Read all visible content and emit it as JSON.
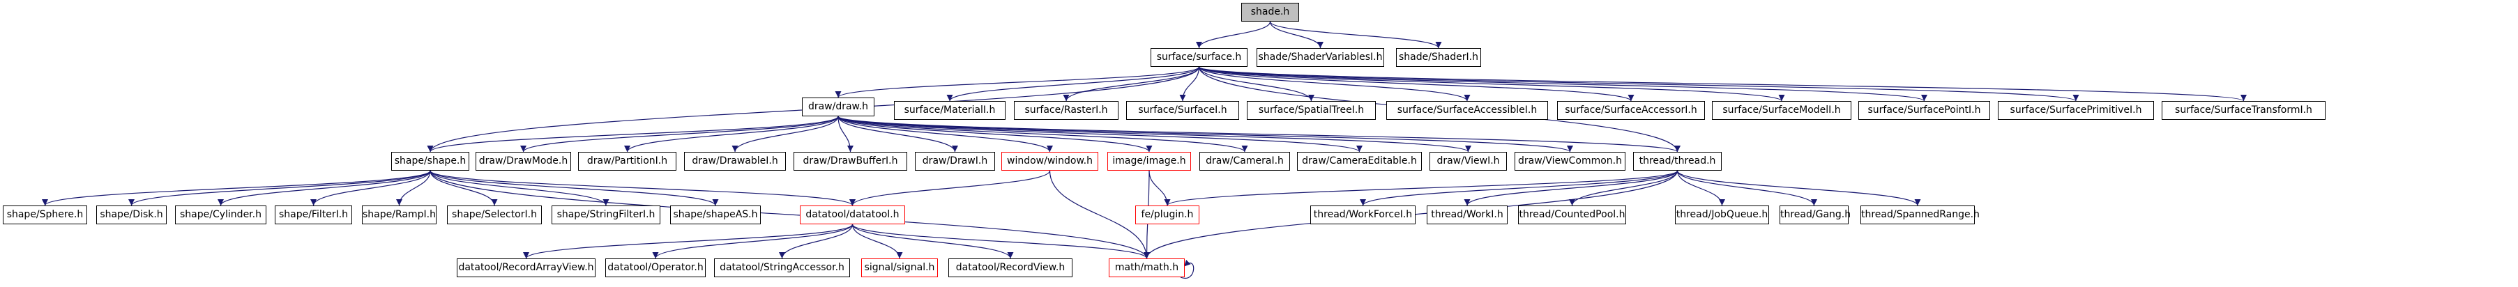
{
  "colors": {
    "edge": "#191970",
    "node_border": "#000000",
    "missing_border": "#ff0000",
    "root_fill": "#bfbfbf"
  },
  "nodes": {
    "shade_h": {
      "label": "shade.h"
    },
    "surface_h": {
      "label": "surface/surface.h"
    },
    "shader_variables_i": {
      "label": "shade/ShaderVariablesI.h"
    },
    "shader_i": {
      "label": "shade/ShaderI.h"
    },
    "draw_h": {
      "label": "draw/draw.h"
    },
    "surface_material_i": {
      "label": "surface/MaterialI.h"
    },
    "surface_raster_i": {
      "label": "surface/RasterI.h"
    },
    "surface_surface_i": {
      "label": "surface/SurfaceI.h"
    },
    "surface_spatial_tree_i": {
      "label": "surface/SpatialTreeI.h"
    },
    "surface_accessible_i": {
      "label": "surface/SurfaceAccessibleI.h"
    },
    "surface_accessor_i": {
      "label": "surface/SurfaceAccessorI.h"
    },
    "surface_model_i": {
      "label": "surface/SurfaceModelI.h"
    },
    "surface_point_i": {
      "label": "surface/SurfacePointI.h"
    },
    "surface_primitive_i": {
      "label": "surface/SurfacePrimitiveI.h"
    },
    "surface_transform_i": {
      "label": "surface/SurfaceTransformI.h"
    },
    "shape_h": {
      "label": "shape/shape.h"
    },
    "draw_mode": {
      "label": "draw/DrawMode.h"
    },
    "draw_partition_i": {
      "label": "draw/PartitionI.h"
    },
    "draw_drawable_i": {
      "label": "draw/DrawableI.h"
    },
    "draw_draw_buffer_i": {
      "label": "draw/DrawBufferI.h"
    },
    "draw_draw_i": {
      "label": "draw/DrawI.h"
    },
    "window_h": {
      "label": "window/window.h"
    },
    "image_h": {
      "label": "image/image.h"
    },
    "draw_camera_i": {
      "label": "draw/CameraI.h"
    },
    "draw_camera_editable": {
      "label": "draw/CameraEditable.h"
    },
    "draw_view_i": {
      "label": "draw/ViewI.h"
    },
    "draw_view_common": {
      "label": "draw/ViewCommon.h"
    },
    "thread_h": {
      "label": "thread/thread.h"
    },
    "shape_sphere": {
      "label": "shape/Sphere.h"
    },
    "shape_disk": {
      "label": "shape/Disk.h"
    },
    "shape_cylinder": {
      "label": "shape/Cylinder.h"
    },
    "shape_filter_i": {
      "label": "shape/FilterI.h"
    },
    "shape_ramp_i": {
      "label": "shape/RampI.h"
    },
    "shape_selector_i": {
      "label": "shape/SelectorI.h"
    },
    "shape_string_filter_i": {
      "label": "shape/StringFilterI.h"
    },
    "shape_shape_as": {
      "label": "shape/shapeAS.h"
    },
    "datatool_h": {
      "label": "datatool/datatool.h"
    },
    "fe_plugin": {
      "label": "fe/plugin.h"
    },
    "thread_work_force_i": {
      "label": "thread/WorkForceI.h"
    },
    "thread_work_i": {
      "label": "thread/WorkI.h"
    },
    "thread_counted_pool": {
      "label": "thread/CountedPool.h"
    },
    "thread_job_queue": {
      "label": "thread/JobQueue.h"
    },
    "thread_gang": {
      "label": "thread/Gang.h"
    },
    "thread_spanned_range": {
      "label": "thread/SpannedRange.h"
    },
    "datatool_record_array_view": {
      "label": "datatool/RecordArrayView.h"
    },
    "datatool_operator": {
      "label": "datatool/Operator.h"
    },
    "datatool_string_accessor": {
      "label": "datatool/StringAccessor.h"
    },
    "signal_h": {
      "label": "signal/signal.h"
    },
    "datatool_record_view": {
      "label": "datatool/RecordView.h"
    },
    "math_h": {
      "label": "math/math.h"
    }
  },
  "edges": [
    [
      "shade_h",
      "surface_h"
    ],
    [
      "shade_h",
      "shader_variables_i"
    ],
    [
      "shade_h",
      "shader_i"
    ],
    [
      "surface_h",
      "draw_h"
    ],
    [
      "surface_h",
      "surface_material_i"
    ],
    [
      "surface_h",
      "surface_raster_i"
    ],
    [
      "surface_h",
      "surface_surface_i"
    ],
    [
      "surface_h",
      "surface_spatial_tree_i"
    ],
    [
      "surface_h",
      "surface_accessible_i"
    ],
    [
      "surface_h",
      "surface_accessor_i"
    ],
    [
      "surface_h",
      "surface_model_i"
    ],
    [
      "surface_h",
      "surface_point_i"
    ],
    [
      "surface_h",
      "surface_primitive_i"
    ],
    [
      "surface_h",
      "surface_transform_i"
    ],
    [
      "surface_h",
      "shape_h"
    ],
    [
      "surface_h",
      "thread_h"
    ],
    [
      "draw_h",
      "shape_h"
    ],
    [
      "draw_h",
      "draw_mode"
    ],
    [
      "draw_h",
      "draw_partition_i"
    ],
    [
      "draw_h",
      "draw_drawable_i"
    ],
    [
      "draw_h",
      "draw_draw_buffer_i"
    ],
    [
      "draw_h",
      "draw_draw_i"
    ],
    [
      "draw_h",
      "window_h"
    ],
    [
      "draw_h",
      "image_h"
    ],
    [
      "draw_h",
      "draw_camera_i"
    ],
    [
      "draw_h",
      "draw_camera_editable"
    ],
    [
      "draw_h",
      "draw_view_i"
    ],
    [
      "draw_h",
      "draw_view_common"
    ],
    [
      "draw_h",
      "thread_h"
    ],
    [
      "shape_h",
      "shape_sphere"
    ],
    [
      "shape_h",
      "shape_disk"
    ],
    [
      "shape_h",
      "shape_cylinder"
    ],
    [
      "shape_h",
      "shape_filter_i"
    ],
    [
      "shape_h",
      "shape_ramp_i"
    ],
    [
      "shape_h",
      "shape_selector_i"
    ],
    [
      "shape_h",
      "shape_string_filter_i"
    ],
    [
      "shape_h",
      "shape_shape_as"
    ],
    [
      "shape_h",
      "datatool_h"
    ],
    [
      "shape_h",
      "math_h"
    ],
    [
      "window_h",
      "datatool_h"
    ],
    [
      "window_h",
      "math_h"
    ],
    [
      "image_h",
      "fe_plugin"
    ],
    [
      "image_h",
      "math_h"
    ],
    [
      "thread_h",
      "fe_plugin"
    ],
    [
      "thread_h",
      "thread_work_force_i"
    ],
    [
      "thread_h",
      "thread_work_i"
    ],
    [
      "thread_h",
      "thread_counted_pool"
    ],
    [
      "thread_h",
      "thread_job_queue"
    ],
    [
      "thread_h",
      "thread_gang"
    ],
    [
      "thread_h",
      "thread_spanned_range"
    ],
    [
      "thread_h",
      "math_h"
    ],
    [
      "datatool_h",
      "datatool_record_array_view"
    ],
    [
      "datatool_h",
      "datatool_operator"
    ],
    [
      "datatool_h",
      "datatool_string_accessor"
    ],
    [
      "datatool_h",
      "signal_h"
    ],
    [
      "datatool_h",
      "datatool_record_view"
    ],
    [
      "datatool_h",
      "math_h"
    ],
    [
      "math_h",
      "math_h"
    ]
  ]
}
